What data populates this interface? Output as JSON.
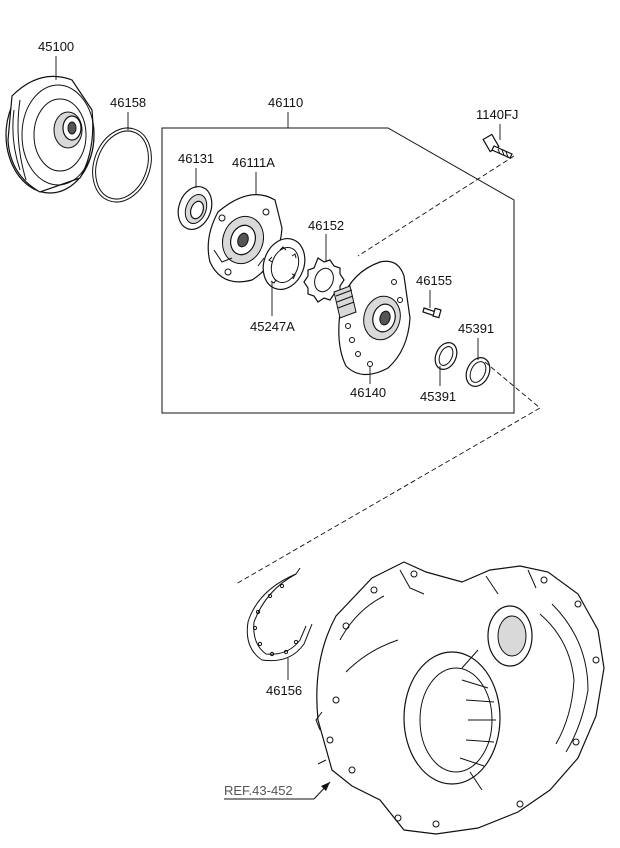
{
  "labels": {
    "p45100": "45100",
    "p46158": "46158",
    "p46110": "46110",
    "p1140fj": "1140FJ",
    "p46131": "46131",
    "p46111a": "46111A",
    "p46152": "46152",
    "p46155": "46155",
    "p45391_top": "45391",
    "p45247a": "45247A",
    "p46140": "46140",
    "p45391_bottom": "45391",
    "p46156": "46156",
    "ref": "REF.43-452"
  },
  "icons": {
    "torque_converter": "torque-converter-icon",
    "o_ring": "o-ring-icon",
    "bolt": "bolt-icon",
    "oil_seal": "oil-seal-icon",
    "pump_cover": "pump-cover-icon",
    "inner_gear": "inner-gear-icon",
    "outer_gear": "outer-gear-icon",
    "pump_body": "pump-body-icon",
    "seal_rings": "seal-ring-icon",
    "gasket": "gasket-icon",
    "transaxle_case": "transaxle-case-icon"
  }
}
